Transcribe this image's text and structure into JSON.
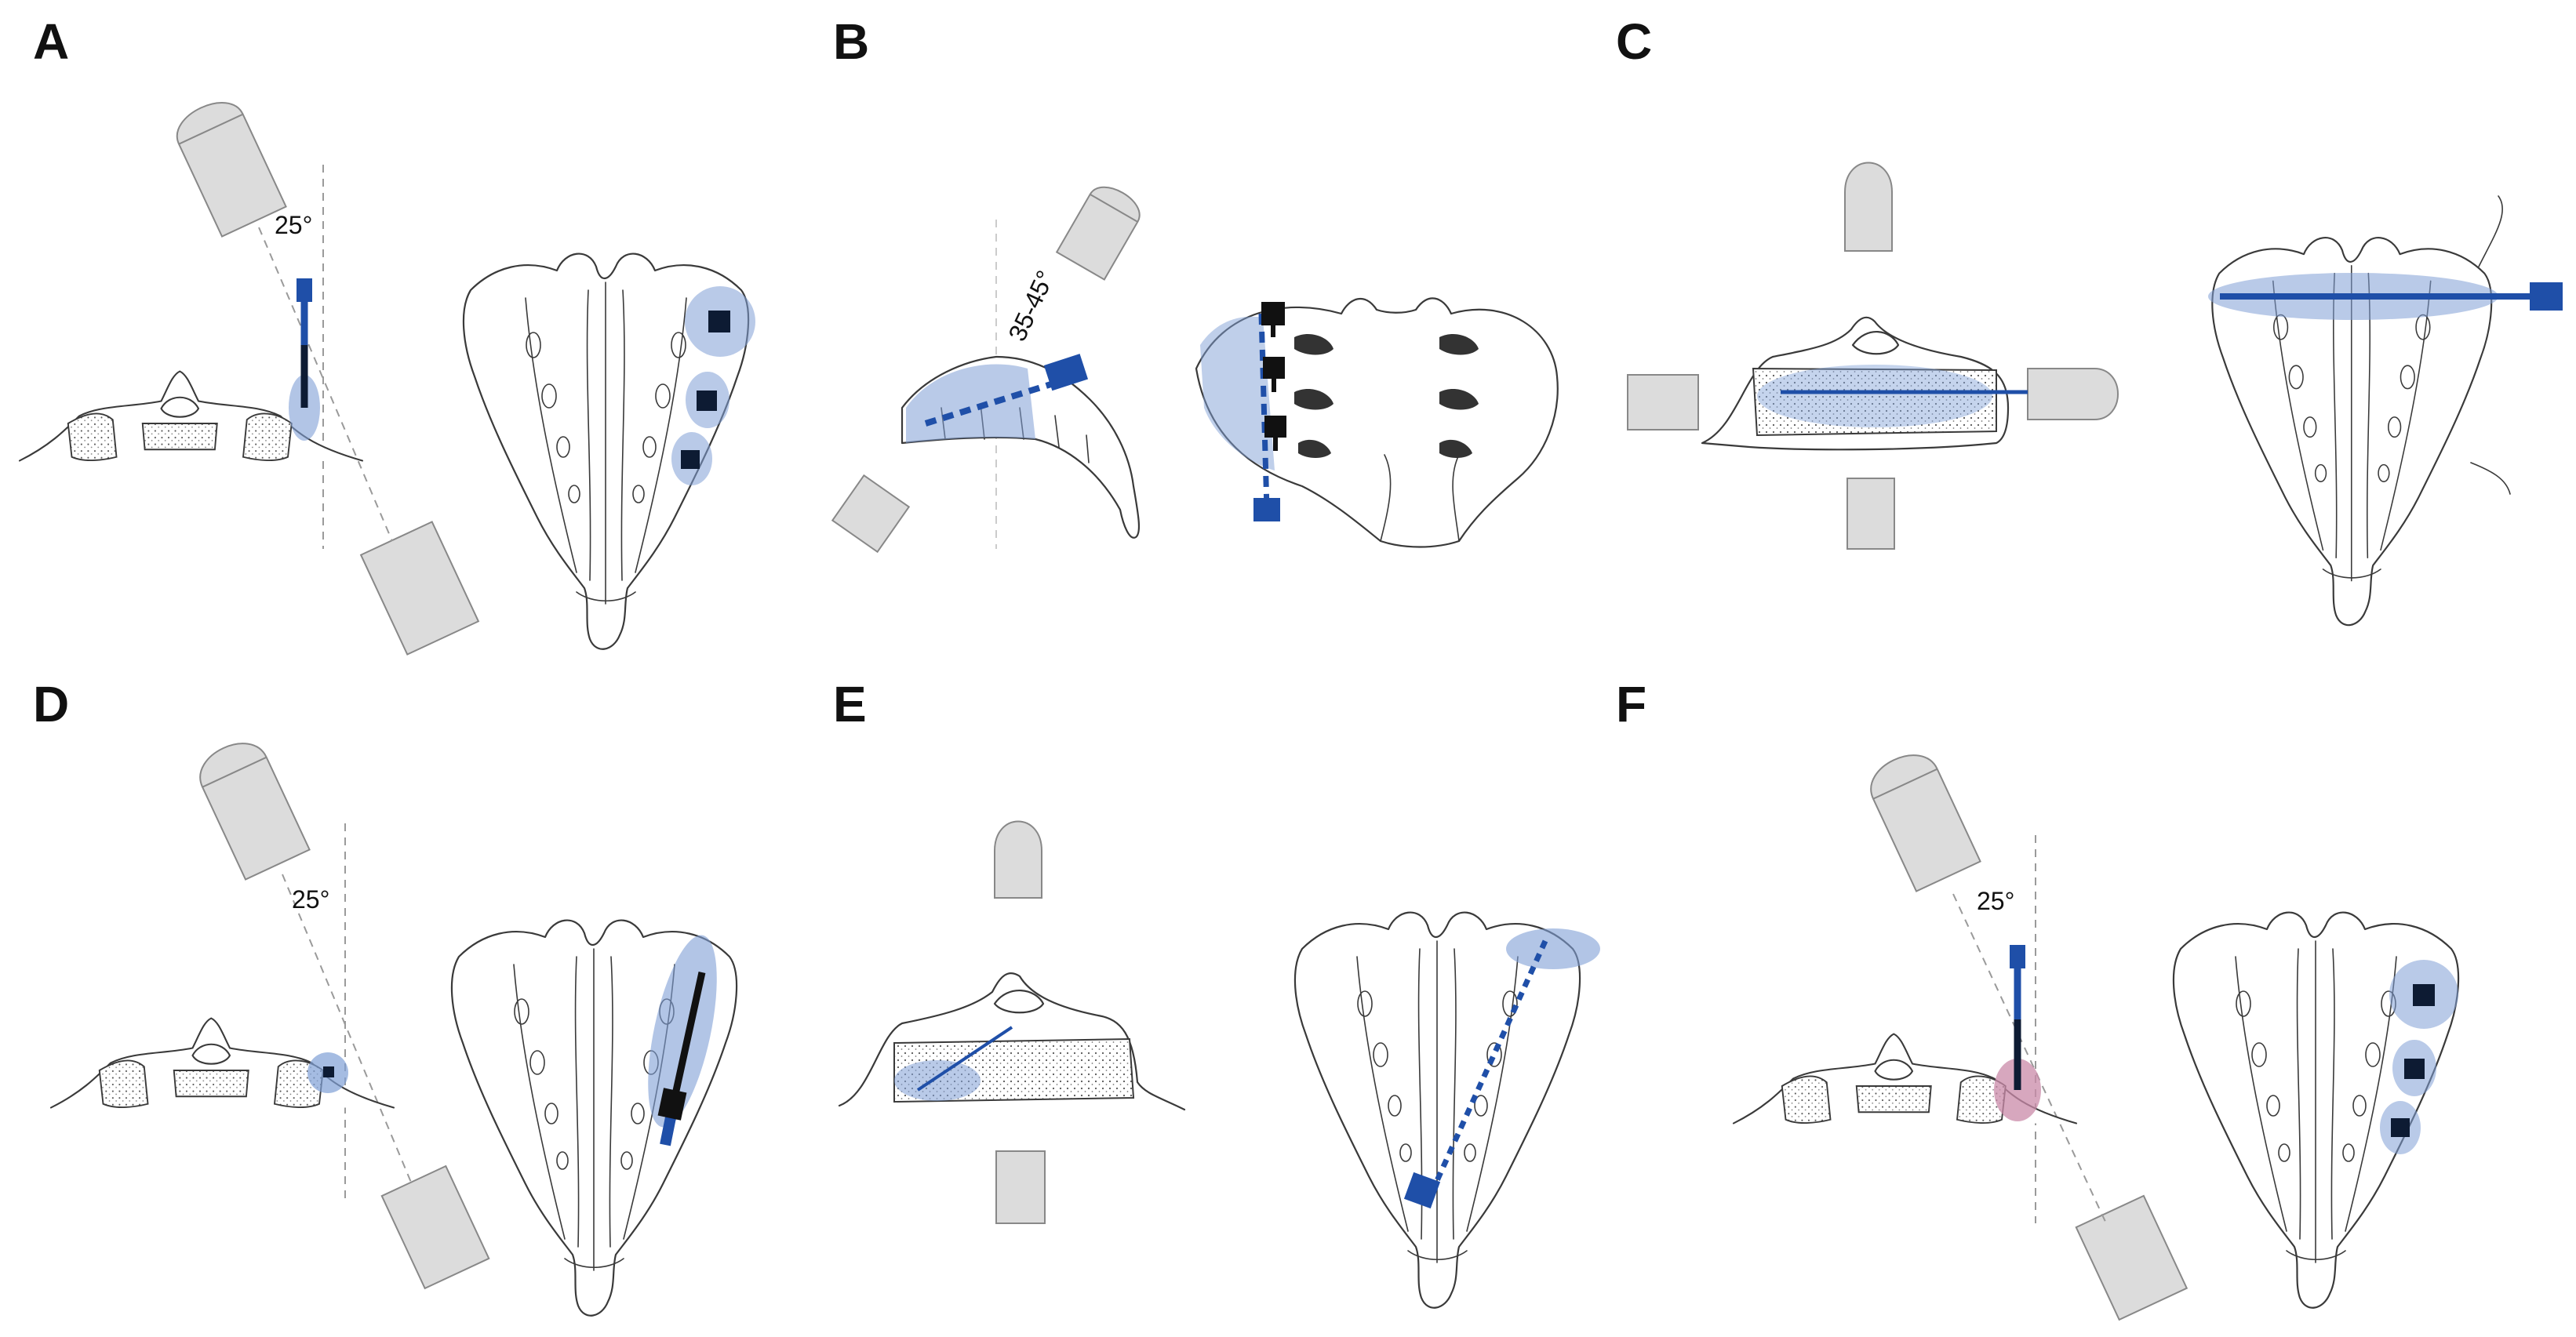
{
  "panels": [
    {
      "label": "A",
      "angle": "25°"
    },
    {
      "label": "B",
      "angle": "35-45°"
    },
    {
      "label": "C",
      "angle": ""
    },
    {
      "label": "D",
      "angle": "25°"
    },
    {
      "label": "E",
      "angle": ""
    },
    {
      "label": "F",
      "angle": "25°"
    }
  ],
  "colors": {
    "needle": "#1f4fa8",
    "spread": "#7f9fd6",
    "target": "#0d1b33",
    "probe_fill": "#dcdcdc",
    "probe_stroke": "#888888",
    "bone_outline": "#3a3a3a",
    "highlight_pink": "#c98aa8"
  },
  "icons": {
    "probe": "ultrasound-probe-icon",
    "target": "needle-target-square-icon"
  }
}
